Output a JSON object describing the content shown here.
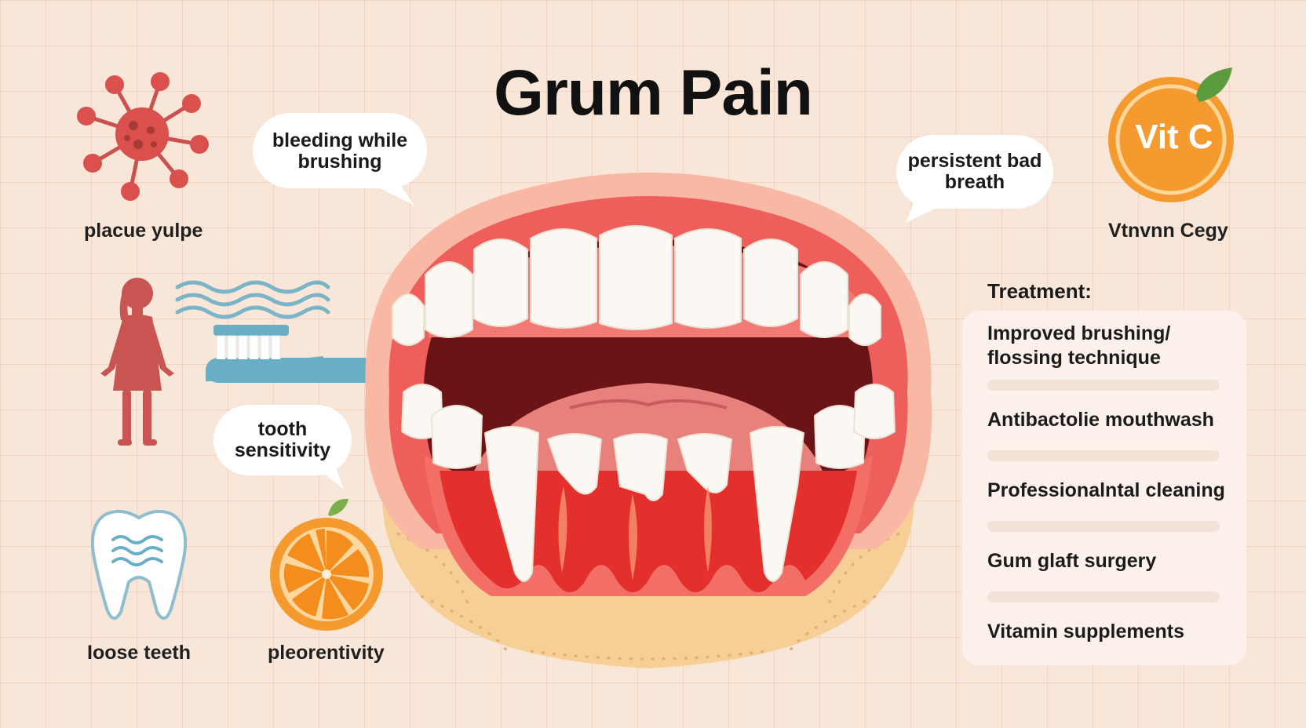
{
  "title": "Grum Pain",
  "bubbles": {
    "bleeding": "bleeding while brushing",
    "breath": "persistent bad breath",
    "sensitivity": "tooth sensitivity"
  },
  "labels": {
    "plaque": "placue yulpe",
    "vitamin": "Vtnvnn Cegy",
    "loose": "Ioose teeth",
    "orange": "pleorentivity"
  },
  "vitc_badge": "Vit C",
  "treatment": {
    "heading": "Treatment:",
    "items": [
      "Improved brushing/ flossing technique",
      "Antibactolie mouthwash",
      "Professionalntal cleaning",
      "Gum glaft surgery",
      "Vitamin supplements"
    ]
  },
  "colors": {
    "background": "#f8e6d8",
    "lips": "#ee5f5c",
    "gums": "#e3302d",
    "teeth": "#fbf8f3",
    "toothbrush": "#6aaec5",
    "orange": "#f59a2e"
  }
}
